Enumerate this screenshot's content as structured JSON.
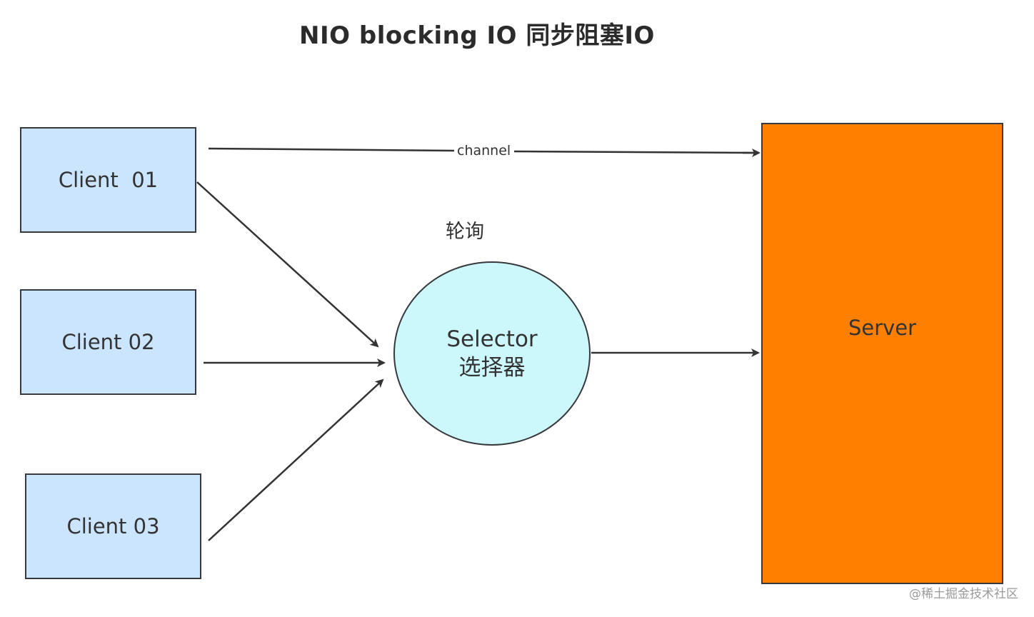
{
  "title": "NIO   blocking IO 同步阻塞IO",
  "clients": [
    {
      "label": "Client  01"
    },
    {
      "label": "Client 02"
    },
    {
      "label": "Client 03"
    }
  ],
  "selector": {
    "line1": "Selector",
    "line2": "选择器"
  },
  "server": {
    "label": "Server"
  },
  "edges": {
    "channel_label": "channel",
    "polling_label": "轮询"
  },
  "colors": {
    "client_fill": "#cce5ff",
    "selector_fill": "#ccf8fc",
    "server_fill": "#ff8000",
    "stroke": "#36393d"
  },
  "watermark": "@稀土掘金技术社区"
}
